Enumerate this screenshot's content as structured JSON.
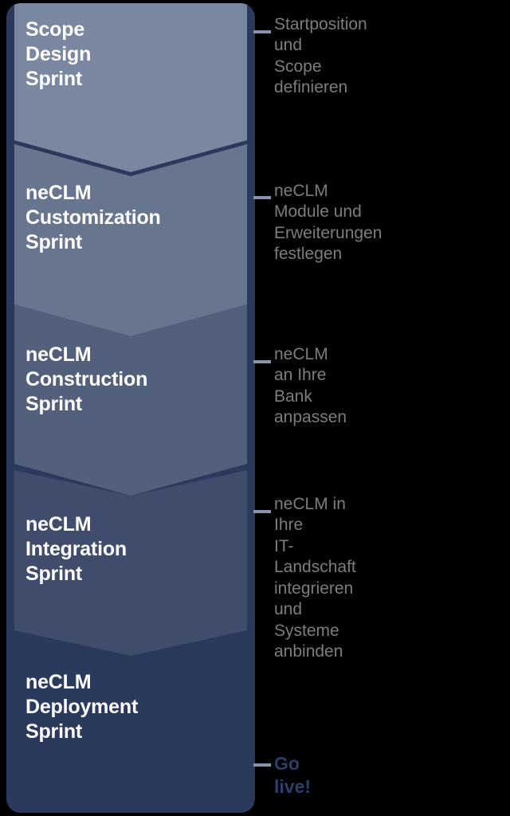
{
  "diagram": {
    "title": "neCLM Implementation Sprint Funnel",
    "colors": {
      "frame": "#2b3a5c",
      "background": "#000000",
      "connector": "#8896ab",
      "annotation_text": "#7d7d7d",
      "golive_text": "#29406b",
      "stage_text": "#ffffff"
    },
    "stages": [
      {
        "id": "scope-design-sprint",
        "label": "Scope\nDesign\nSprint",
        "fill": "#7a87a0",
        "annotation": "Startposition und\nScope definieren"
      },
      {
        "id": "neclm-customization-sprint",
        "label": "neCLM\nCustomization\nSprint",
        "fill": "#67758f",
        "annotation": "neCLM Module und\nErweiterungen festlegen"
      },
      {
        "id": "neclm-construction-sprint",
        "label": "neCLM\nConstruction\nSprint",
        "fill": "#53607c",
        "annotation": "neCLM an Ihre\nBank anpassen"
      },
      {
        "id": "neclm-integration-sprint",
        "label": "neCLM\nIntegration\nSprint",
        "fill": "#3f4c6b",
        "annotation": "neCLM in Ihre\nIT-Landschaft\nintegrieren und\nSysteme anbinden"
      },
      {
        "id": "neclm-deployment-sprint",
        "label": "neCLM\nDeployment\nSprint",
        "fill": "#2b3a5c",
        "annotation": "Go live!"
      }
    ]
  }
}
